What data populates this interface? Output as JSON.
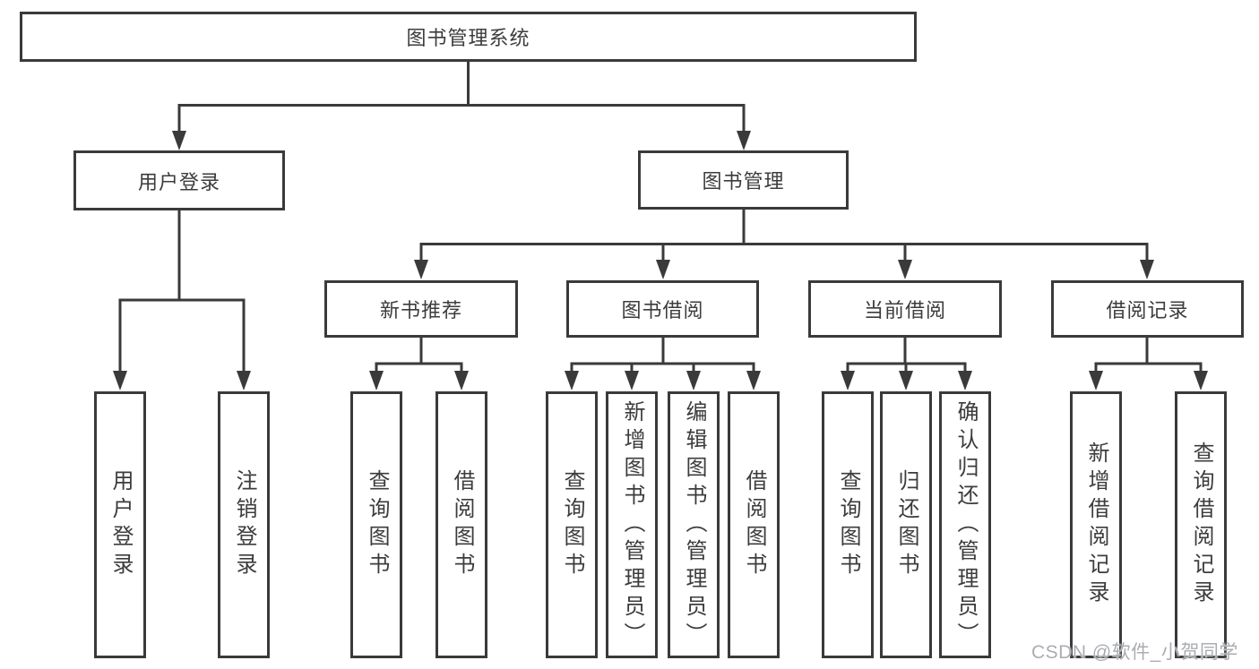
{
  "title": "图书管理系统",
  "watermark": "CSDN @软件_小贺同学",
  "colors": {
    "line": "#3a3a3a",
    "text": "#3c3c3c",
    "watermark": "#aaadb2",
    "background": "#ffffff"
  },
  "tree": {
    "label": "图书管理系统",
    "children": [
      {
        "label": "用户登录",
        "children": [
          {
            "label": "用户登录"
          },
          {
            "label": "注销登录"
          }
        ]
      },
      {
        "label": "图书管理",
        "children": [
          {
            "label": "新书推荐",
            "children": [
              {
                "label": "查询图书"
              },
              {
                "label": "借阅图书"
              }
            ]
          },
          {
            "label": "图书借阅",
            "children": [
              {
                "label": "查询图书"
              },
              {
                "label": "新增图书（管理员）"
              },
              {
                "label": "编辑图书（管理员）"
              },
              {
                "label": "借阅图书"
              }
            ]
          },
          {
            "label": "当前借阅",
            "children": [
              {
                "label": "查询图书"
              },
              {
                "label": "归还图书"
              },
              {
                "label": "确认归还（管理员）"
              }
            ]
          },
          {
            "label": "借阅记录",
            "children": [
              {
                "label": "新增借阅记录"
              },
              {
                "label": "查询借阅记录"
              }
            ]
          }
        ]
      }
    ]
  }
}
